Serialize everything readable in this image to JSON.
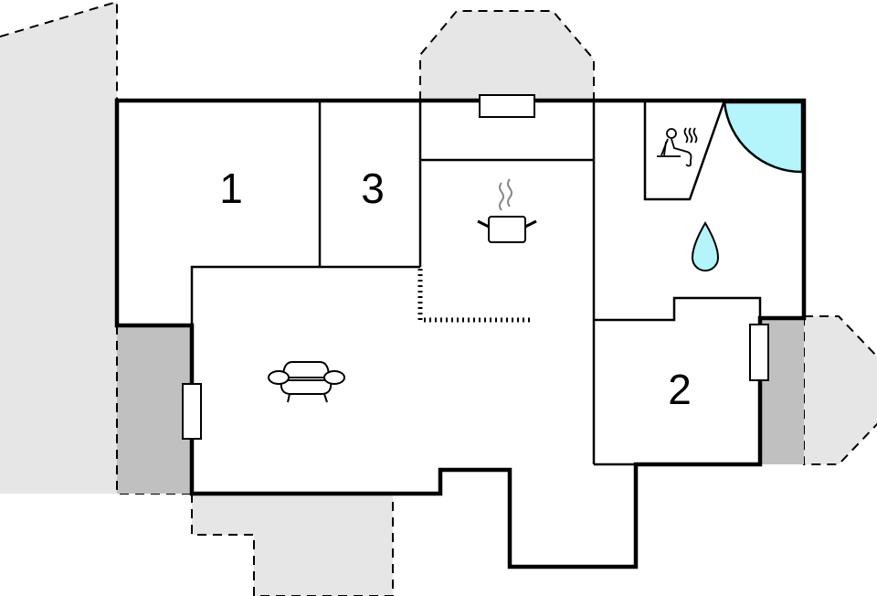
{
  "plan": {
    "rooms": [
      {
        "id": "room-1",
        "label": "1"
      },
      {
        "id": "room-3",
        "label": "3"
      },
      {
        "id": "room-2",
        "label": "2"
      }
    ],
    "icons": [
      "sofa-icon",
      "cooking-pot-icon",
      "sauna-icon",
      "water-drop-icon",
      "shower-icon"
    ],
    "colors": {
      "wall": "#000000",
      "terrace": "#e6e6e6",
      "covered": "#c0c0c0",
      "water": "#b3f5fb"
    }
  }
}
